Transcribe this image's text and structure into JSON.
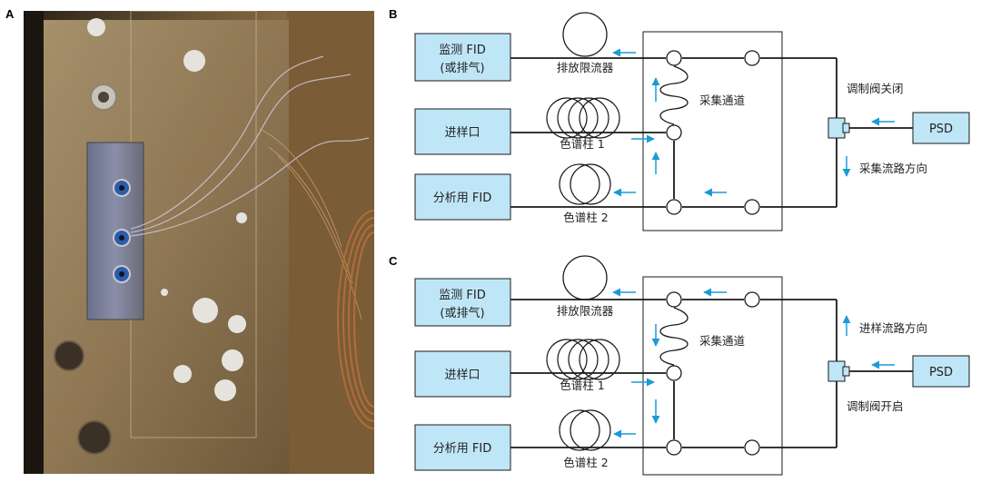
{
  "panels": {
    "a": "A",
    "b": "B",
    "c": "C"
  },
  "panel_b": {
    "monitor_fid": "监测 FID",
    "monitor_fid_sub": "(或排气)",
    "inlet": "进样口",
    "analysis_fid": "分析用 FID",
    "restrictor": "排放限流器",
    "column1": "色谱柱 1",
    "column2": "色谱柱 2",
    "collection_channel": "采集通道",
    "psd": "PSD",
    "valve_state": "调制阀关闭",
    "flow_direction": "采集流路方向"
  },
  "panel_c": {
    "monitor_fid": "监测 FID",
    "monitor_fid_sub": "(或排气)",
    "inlet": "进样口",
    "analysis_fid": "分析用 FID",
    "restrictor": "排放限流器",
    "column1": "色谱柱 1",
    "column2": "色谱柱 2",
    "collection_channel": "采集通道",
    "psd": "PSD",
    "valve_state": "调制阀开启",
    "flow_direction": "进样流路方向"
  },
  "colors": {
    "box_fill": "#bfe6f7",
    "arrow": "#1a9ad6",
    "line": "#1a1a1a"
  }
}
